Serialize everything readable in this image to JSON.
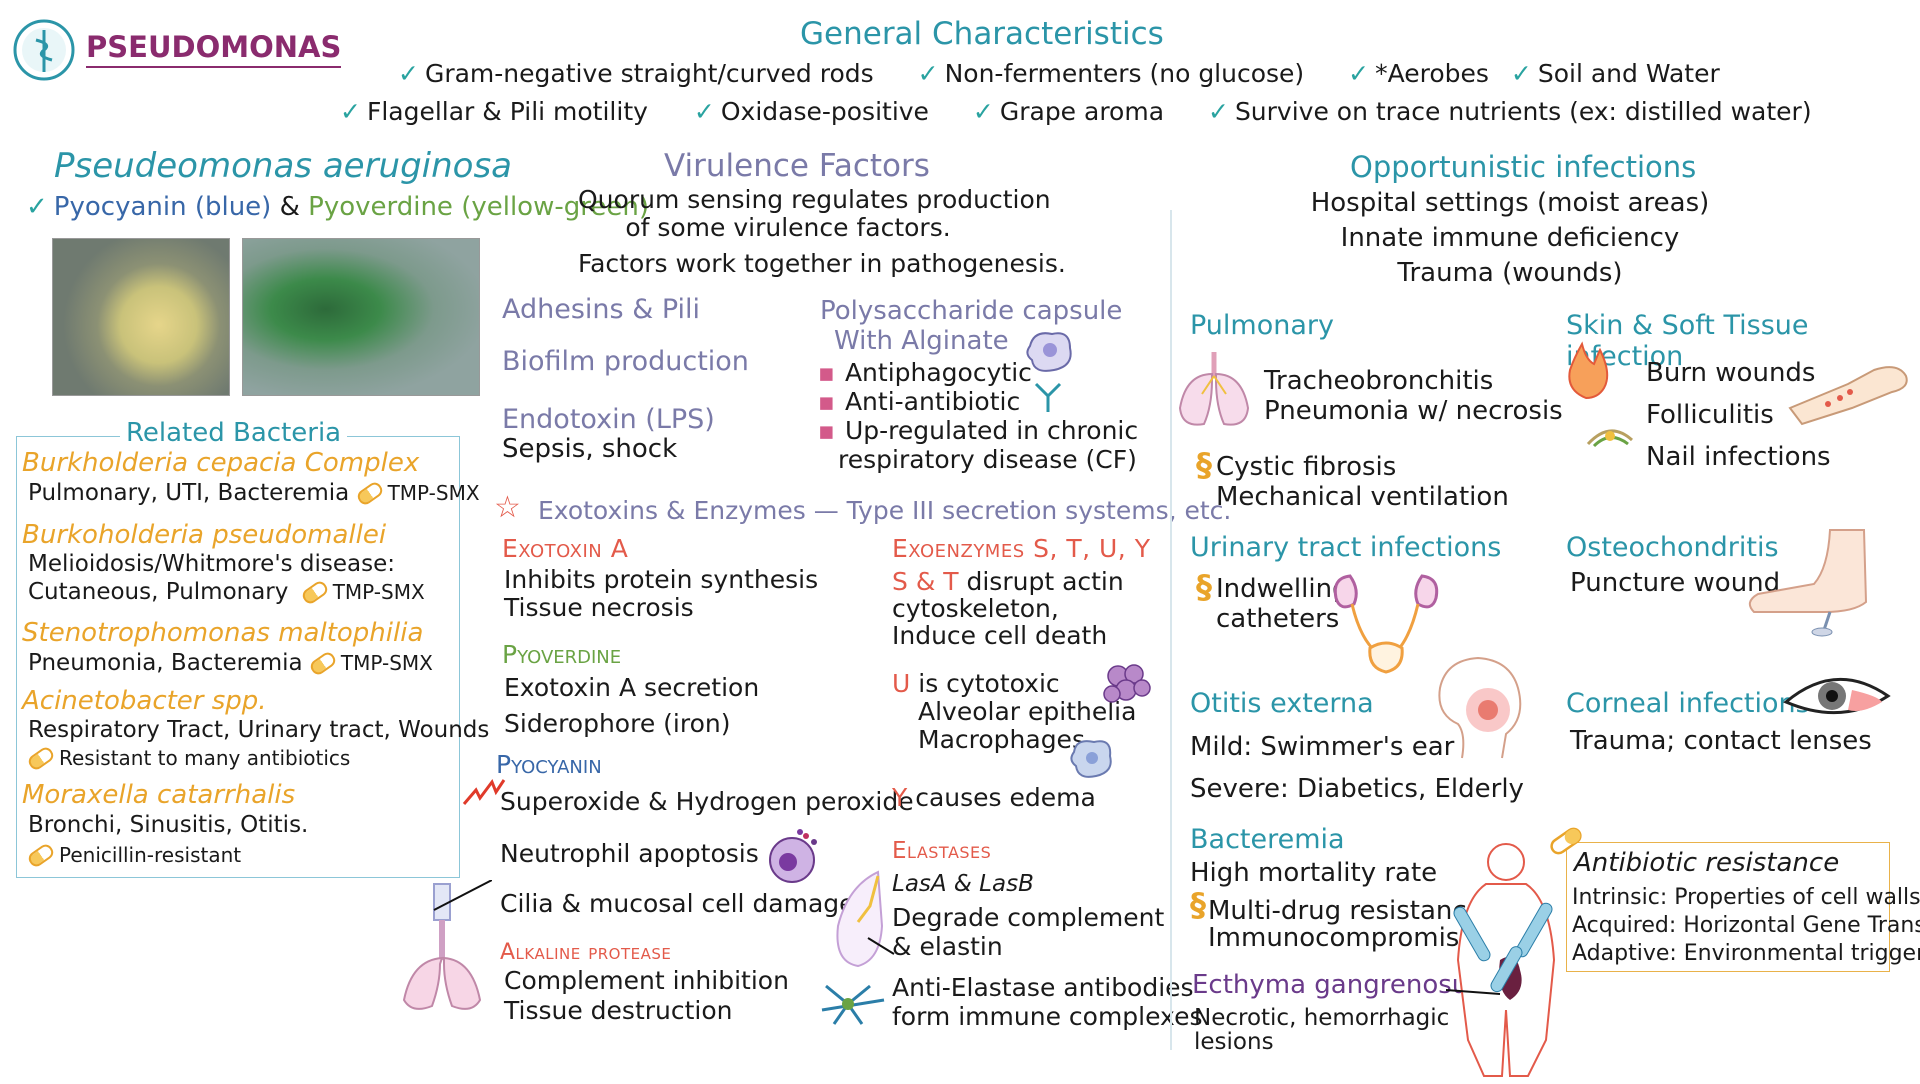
{
  "header": {
    "title": "PSEUDOMONAS",
    "general_title": "General Characteristics",
    "characteristics_row1": [
      "Gram-negative straight/curved rods",
      "Non-fermenters (no glucose)",
      "*Aerobes",
      "Soil and Water"
    ],
    "characteristics_row2": [
      "Flagellar & Pili motility",
      "Oxidase-positive",
      "Grape aroma",
      "Survive on trace nutrients (ex: distilled water)"
    ]
  },
  "aeruginosa": {
    "title": "Pseudeomonas aeruginosa",
    "pyocyanin": "Pyocyanin (blue)",
    "amp": "&",
    "pyoverdine": "Pyoverdine (yellow-green)"
  },
  "related": {
    "title": "Related Bacteria",
    "items": [
      {
        "name": "Burkholderia cepacia Complex",
        "desc": "Pulmonary, UTI, Bacteremia",
        "drug": "TMP-SMX"
      },
      {
        "name": "Burkoholderia pseudomallei",
        "desc": "Melioidosis/Whitmore's disease:",
        "desc2": "Cutaneous, Pulmonary",
        "drug": "TMP-SMX"
      },
      {
        "name": "Stenotrophomonas maltophilia",
        "desc": "Pneumonia, Bacteremia",
        "drug": "TMP-SMX"
      },
      {
        "name": "Acinetobacter spp.",
        "desc": "Respiratory Tract, Urinary tract, Wounds",
        "drug": "Resistant to many antibiotics"
      },
      {
        "name": "Moraxella catarrhalis",
        "desc": "Bronchi, Sinusitis, Otitis.",
        "drug": "Penicillin-resistant"
      }
    ]
  },
  "virulence": {
    "title": "Virulence Factors",
    "line1": "Quorum sensing regulates production",
    "line2": "of some virulence factors.",
    "line3": "Factors work together in pathogenesis.",
    "adhesins": "Adhesins & Pili",
    "biofilm": "Biofilm production",
    "endotoxin": "Endotoxin (LPS)",
    "sepsis": "Sepsis, shock",
    "capsule1": "Polysaccharide capsule",
    "capsule2": "With Alginate",
    "capsule_items": [
      "Antiphagocytic",
      "Anti-antibiotic",
      "Up-regulated in chronic",
      "respiratory disease (CF)"
    ],
    "exotoxins_title": "Exotoxins & Enzymes — Type III secretion systems, etc.",
    "exotoxin_a": "Exotoxin A",
    "exotoxin_a_lines": [
      "Inhibits protein synthesis",
      "Tissue necrosis"
    ],
    "pyoverdine": "Pyoverdine",
    "pyoverdine_lines": [
      "Exotoxin A secretion",
      "Siderophore (iron)"
    ],
    "pyocyanin": "Pyocyanin",
    "pyocyanin_lines": [
      "Superoxide & Hydrogen peroxide",
      "Neutrophil apoptosis",
      "Cilia & mucosal cell damage"
    ],
    "alkaline": "Alkaline protease",
    "alkaline_lines": [
      "Complement inhibition",
      "Tissue destruction"
    ],
    "exoenzymes": "Exoenzymes S, T, U, Y",
    "st_prefix": "S & T",
    "st_lines": [
      "disrupt actin",
      "cytoskeleton,",
      "Induce cell death"
    ],
    "u_prefix": "U",
    "u_lines": [
      "is cytotoxic",
      "Alveolar epithelia",
      "Macrophages"
    ],
    "y_prefix": "Y",
    "y_line": "causes edema",
    "elastases": "Elastases",
    "elastase_lines": [
      "LasA & LasB",
      "Degrade complement",
      "& elastin",
      "Anti-Elastase antibodies",
      "form immune complexes"
    ]
  },
  "opportunistic": {
    "title": "Opportunistic infections",
    "lines": [
      "Hospital settings (moist areas)",
      "Innate immune deficiency",
      "Trauma (wounds)"
    ],
    "pulmonary": {
      "title": "Pulmonary",
      "lines": [
        "Tracheobronchitis",
        "Pneumonia w/ necrosis",
        "Cystic fibrosis",
        "Mechanical ventilation"
      ]
    },
    "skin": {
      "title": "Skin & Soft Tissue infection",
      "lines": [
        "Burn wounds",
        "Folliculitis",
        "Nail infections"
      ]
    },
    "uti": {
      "title": "Urinary tract infections",
      "lines": [
        "Indwelling",
        "catheters"
      ]
    },
    "osteo": {
      "title": "Osteochondritis",
      "lines": [
        "Puncture wound"
      ]
    },
    "otitis": {
      "title": "Otitis externa",
      "lines": [
        "Mild: Swimmer's ear",
        "Severe: Diabetics, Elderly"
      ]
    },
    "corneal": {
      "title": "Corneal infections",
      "lines": [
        "Trauma; contact lenses"
      ]
    },
    "bacteremia": {
      "title": "Bacteremia",
      "lines": [
        "High mortality rate",
        "Multi-drug resistance;",
        "Immunocompromised."
      ]
    },
    "ecthyma": {
      "title": "Ecthyma gangrenosum",
      "lines": [
        "Necrotic, hemorrhagic",
        "lesions"
      ]
    },
    "antibiotic": {
      "title": "Antibiotic resistance",
      "lines": [
        "Intrinsic: Properties of cell walls",
        "Acquired: Horizontal Gene Transfer",
        "Adaptive: Environmental triggers"
      ]
    }
  },
  "colors": {
    "teal": "#2b95a8",
    "purple": "#8a2b6e",
    "orange": "#e9a42a",
    "red": "#e35a4a",
    "green": "#6aa344",
    "blue": "#3867a8",
    "violet": "#7a7aa8"
  }
}
